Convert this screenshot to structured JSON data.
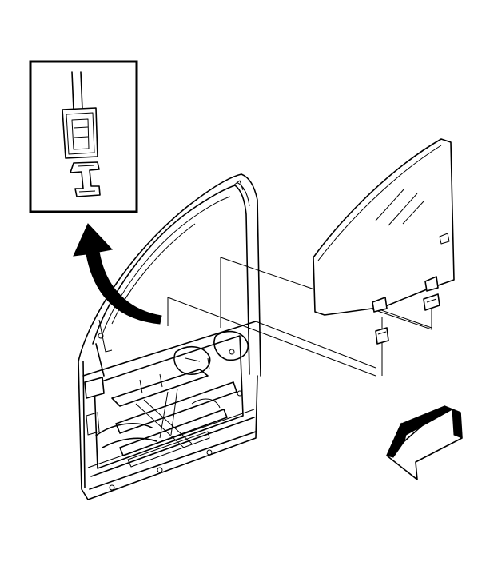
{
  "figure": {
    "background": "#ffffff",
    "stroke": "#000000",
    "elements": [
      "detail-inset",
      "callout-arrow",
      "door-frame",
      "window-glass",
      "guide-lines",
      "direction-arrow"
    ]
  }
}
